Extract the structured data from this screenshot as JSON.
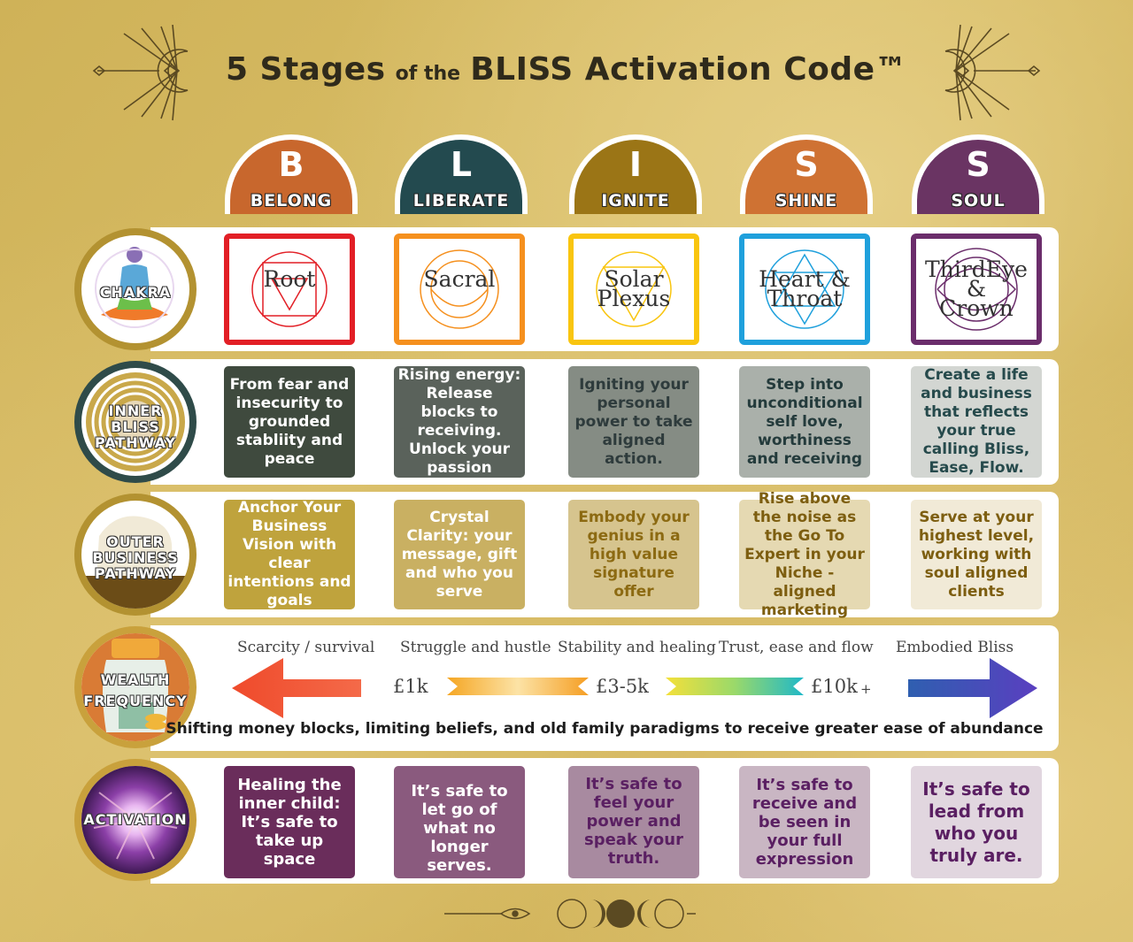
{
  "title": {
    "part1": "5 Stages",
    "part2": "of the",
    "part3": "BLISS Activation Code™"
  },
  "stages": [
    {
      "letter": "B",
      "word": "BELONG",
      "color": "#c8672d"
    },
    {
      "letter": "L",
      "word": "LIBERATE",
      "color": "#234a4f"
    },
    {
      "letter": "I",
      "word": "IGNITE",
      "color": "#9b7516"
    },
    {
      "letter": "S",
      "word": "SHINE",
      "color": "#cf7233"
    },
    {
      "letter": "S",
      "word": "SOUL",
      "color": "#6a3463"
    }
  ],
  "rows": {
    "chakra": "CHAKRA",
    "inner_line1": "INNER",
    "inner_line2": "BLISS",
    "inner_line3": "PATHWAY",
    "outer_line1": "OUTER",
    "outer_line2": "BUSINESS",
    "outer_line3": "PATHWAY",
    "wealth_line1": "WEALTH",
    "wealth_line2": "FREQUENCY",
    "activation": "ACTIVATION"
  },
  "chakras": [
    {
      "line1": "Root",
      "line2": "",
      "line3": "",
      "color": "#e21f26"
    },
    {
      "line1": "Sacral",
      "line2": "",
      "line3": "",
      "color": "#f5901e"
    },
    {
      "line1": "Solar",
      "line2": "Plexus",
      "line3": "",
      "color": "#f9c50f"
    },
    {
      "line1": "Heart &",
      "line2": "Throat",
      "line3": "",
      "color": "#1fa0dc"
    },
    {
      "line1": "ThirdEye",
      "line2": "&",
      "line3": "Crown",
      "color": "#6b2d6b"
    }
  ],
  "inner": [
    {
      "text": "From fear and insecurity to grounded stabliity and peace",
      "bg": "#3f4a3e",
      "fg": "#ffffff"
    },
    {
      "text": "Rising energy: Release blocks to receiving. Unlock your passion",
      "bg": "#5a625b",
      "fg": "#ffffff"
    },
    {
      "text": "Igniting your personal power to take aligned action.",
      "bg": "#858c84",
      "fg": "#2e3b3c"
    },
    {
      "text": "Step into unconditional self love, worthiness and receiving",
      "bg": "#aab0aa",
      "fg": "#243b3c"
    },
    {
      "text": "Create a life and business that reflects your true calling Bliss, Ease, Flow.",
      "bg": "#d3d6d2",
      "fg": "#264a4c"
    }
  ],
  "outer": [
    {
      "text": "Anchor Your Business Vision with clear intentions and goals",
      "bg": "#bfa33d",
      "fg": "#ffffff"
    },
    {
      "text": "Crystal Clarity:  your message, gift and who you serve",
      "bg": "#c9b062",
      "fg": "#ffffff"
    },
    {
      "text": "Embody your genius in a high value signature offer",
      "bg": "#d6c48e",
      "fg": "#8c6a12"
    },
    {
      "text": "Rise above the noise as the Go To Expert in your Niche - aligned marketing",
      "bg": "#e5d9b2",
      "fg": "#7d5e10"
    },
    {
      "text": "Serve at your highest level, working with soul aligned clients",
      "bg": "#f1ead7",
      "fg": "#7d5e10"
    }
  ],
  "wealth": {
    "labels": [
      "Scarcity / survival",
      "Struggle and hustle",
      "Stability and healing",
      "Trust, ease and flow",
      "Embodied Bliss"
    ],
    "money": [
      "£1k",
      "£3-5k",
      "£10k",
      "+"
    ],
    "shifting": "Shifting money blocks, limiting beliefs, and old family paradigms to receive greater ease of abundance"
  },
  "activation": [
    {
      "text": "Healing the inner child: It’s safe to take up space",
      "bg": "#6a2d5b",
      "fg": "#ffffff"
    },
    {
      "text": "It’s safe to let go of what no longer serves.",
      "bg": "#8a5a7e",
      "fg": "#ffffff"
    },
    {
      "text": "It’s safe to feel your power and speak your truth.",
      "bg": "#a88aa0",
      "fg": "#5a1f62"
    },
    {
      "text": "It’s safe to receive and be seen in your full expression",
      "bg": "#c9b6c3",
      "fg": "#5a1f62"
    },
    {
      "text": "It’s safe to lead from who you truly are.",
      "bg": "#e1d6df",
      "fg": "#5a1f62"
    }
  ]
}
